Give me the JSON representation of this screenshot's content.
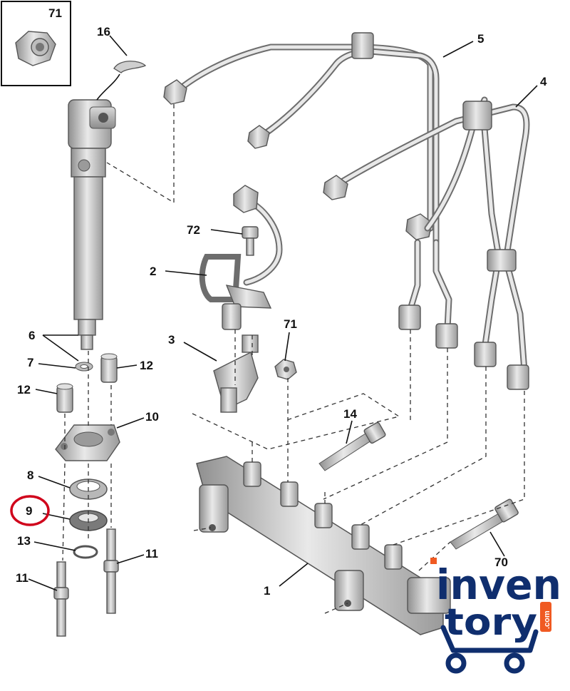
{
  "diagram": {
    "callouts": {
      "c71_top": "71",
      "c16": "16",
      "c5": "5",
      "c4": "4",
      "c72": "72",
      "c2": "2",
      "c71_mid": "71",
      "c3": "3",
      "c6": "6",
      "c7": "7",
      "c12_right": "12",
      "c12_left": "12",
      "c10": "10",
      "c14": "14",
      "c8": "8",
      "c9": "9",
      "c13": "13",
      "c11_right": "11",
      "c11_left": "11",
      "c70": "70",
      "c1": "1"
    },
    "highlight_color": "#d0021b"
  },
  "watermark": {
    "line1": "inven",
    "line2": "tory",
    "suffix": ".com",
    "brand_color": "#0f2e6e",
    "accent_color": "#f05a22"
  }
}
